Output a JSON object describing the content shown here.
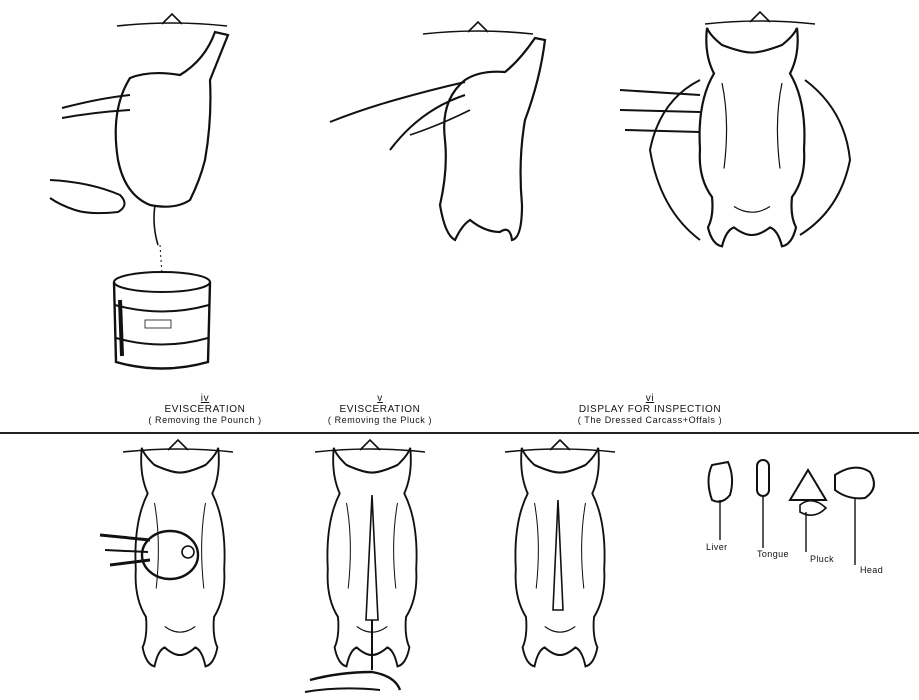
{
  "steps": [
    {
      "numeral": "iv",
      "title": "EVISCERATION",
      "subtitle": "( Removing the Pounch )"
    },
    {
      "numeral": "v",
      "title": "EVISCERATION",
      "subtitle": "( Removing the Pluck )"
    },
    {
      "numeral": "vi",
      "title": "DISPLAY  FOR  INSPECTION",
      "subtitle": "( The  Dressed  Carcass+Offals )"
    }
  ],
  "organs": {
    "liver": "Liver",
    "tongue": "Tongue",
    "pluck": "Pluck",
    "head": "Head"
  },
  "colors": {
    "ink": "#111111",
    "paper": "#ffffff"
  }
}
